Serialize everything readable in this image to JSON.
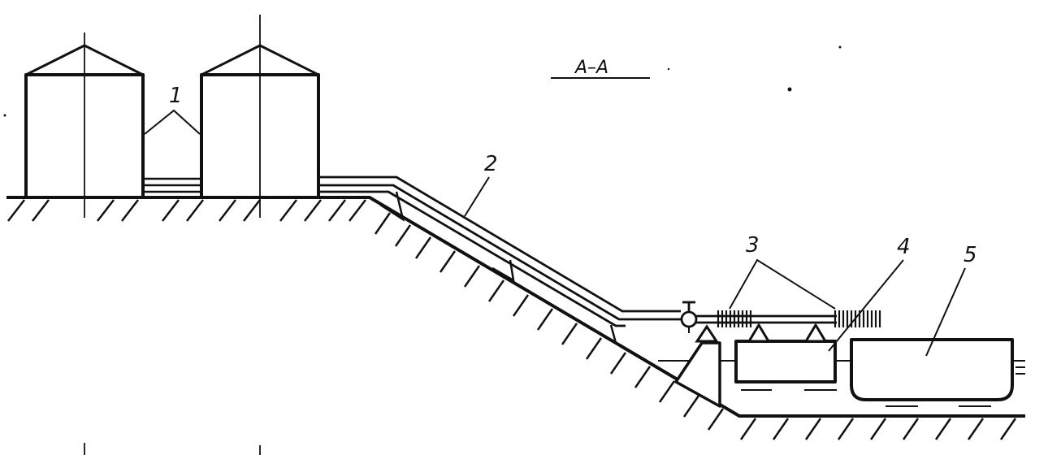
{
  "section_title": "A–A",
  "callouts": {
    "silos": "1",
    "pipeline": "2",
    "hoses": "3",
    "pontoon": "4",
    "barge": "5"
  }
}
